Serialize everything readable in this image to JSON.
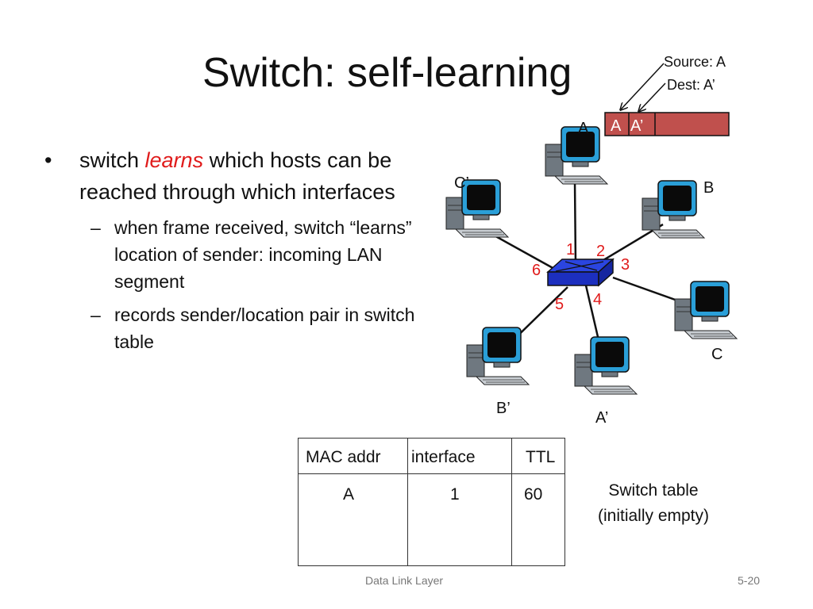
{
  "slide": {
    "title": "Switch: self-learning",
    "frame_source": "Source: A",
    "frame_dest": "Dest: A’",
    "frame_field_a": "A",
    "frame_field_a_prime": "A’",
    "bullets": {
      "main_prefix": "switch ",
      "main_emph": "learns",
      "main_suffix": " which hosts can be reached through which interfaces",
      "sub": [
        "when frame received, switch “learns”  location of sender: incoming LAN segment",
        "records sender/location pair in switch table"
      ]
    },
    "hosts": {
      "A": "A",
      "B": "B",
      "C": "C",
      "A_prime": "A’",
      "B_prime": "B’",
      "C_prime": "C’"
    },
    "ports": [
      "1",
      "2",
      "3",
      "4",
      "5",
      "6"
    ],
    "table": {
      "headers": [
        "MAC addr",
        "interface",
        "TTL"
      ],
      "rows": [
        [
          "A",
          "1",
          "60"
        ]
      ]
    },
    "caption_line1": "Switch table",
    "caption_line2": "(initially empty)",
    "footer_center": "Data Link Layer",
    "footer_right": "5-20"
  },
  "colors": {
    "switch_fill": "#1c2fbf",
    "port_label": "#e01b1b",
    "frame_fill": "#c0504d",
    "learns_emph": "#e01b1b",
    "monitor": "#2a9fd8"
  }
}
